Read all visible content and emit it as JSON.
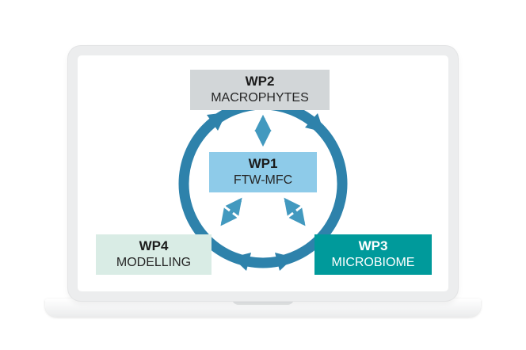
{
  "diagram": {
    "wp1": {
      "title": "WP1",
      "subtitle": "FTW-MFC",
      "color": "#8ecbe9",
      "text_color": "#1b1b1b"
    },
    "wp2": {
      "title": "WP2",
      "subtitle": "MACROPHYTES",
      "color": "#d2d6d8",
      "text_color": "#1b1b1b"
    },
    "wp3": {
      "title": "WP3",
      "subtitle": "MICROBIOME",
      "color": "#009a9b",
      "text_color": "#ffffff"
    },
    "wp4": {
      "title": "WP4",
      "subtitle": "MODELLING",
      "color": "#d9ece5",
      "text_color": "#1b1b1b"
    },
    "ring_arrow_color": "#2e82ab",
    "connector_arrow_color": "#4299bf"
  }
}
